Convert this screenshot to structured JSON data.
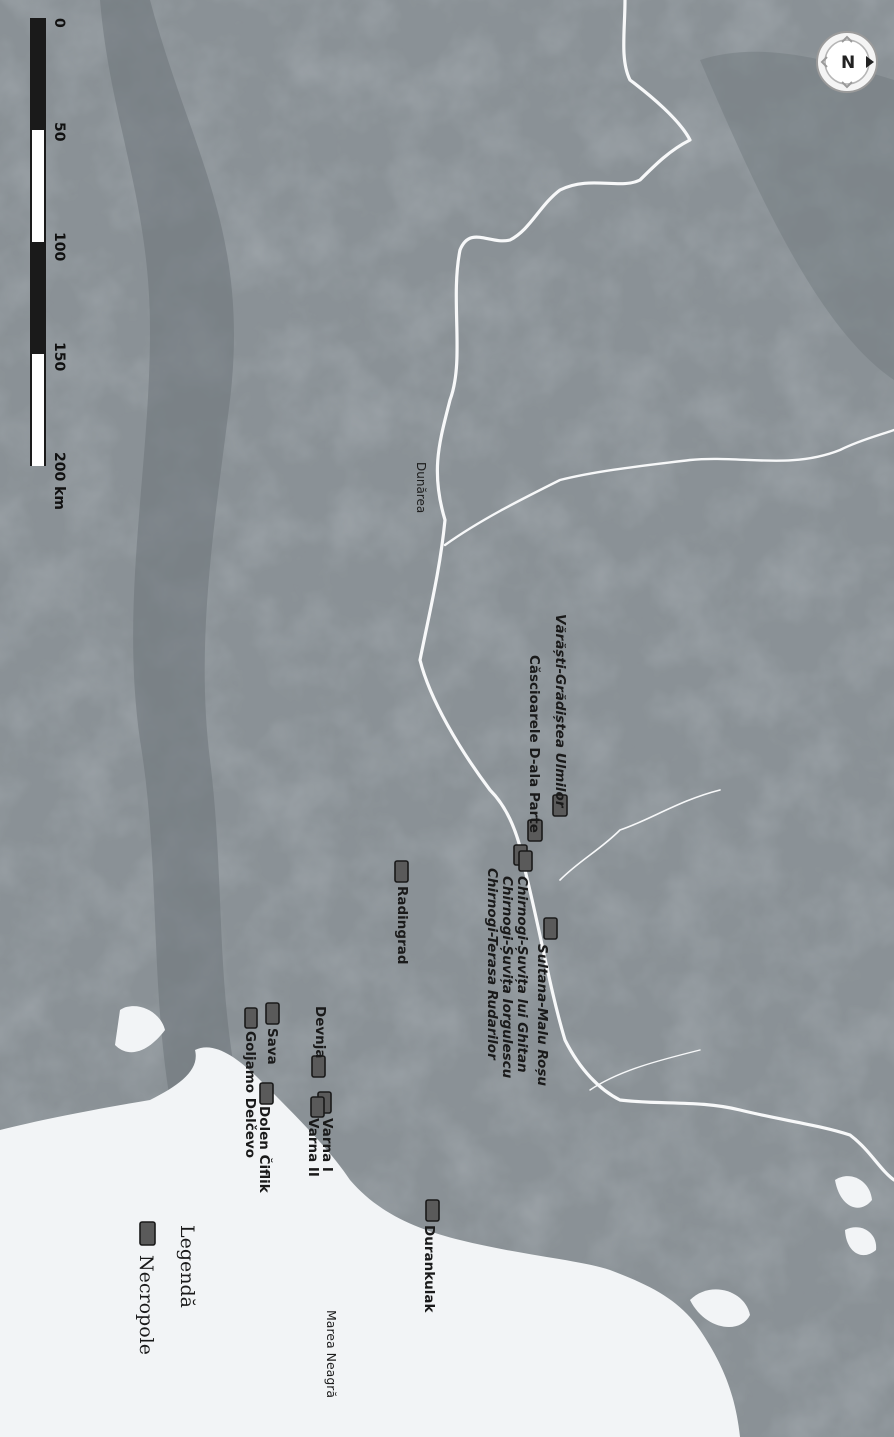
{
  "map": {
    "compass": {
      "icon": "compass-icon",
      "letter": "N"
    },
    "scale_bar": {
      "ticks": [
        "0",
        "50",
        "100",
        "150"
      ],
      "end_label": "200 km"
    },
    "labels": {
      "river": "Dunărea",
      "sea": "Marea Neagră"
    },
    "sites": [
      {
        "id": "varasti",
        "label": "Vărăști-Grădiștea Ulmilor",
        "italic": true
      },
      {
        "id": "cascioarele",
        "label": "Căscioarele D-ala Parte",
        "italic": false
      },
      {
        "id": "chirnogi1",
        "label": "Chirnogi-Șuvița lui Ghitan",
        "italic": true
      },
      {
        "id": "chirnogi2",
        "label": "Chirnogi-Șuvița Iorgulescu",
        "italic": true
      },
      {
        "id": "chirnogi3",
        "label": "Chirnogi-Terasa Rudarilor",
        "italic": true
      },
      {
        "id": "sultana",
        "label": "Sultana-Malu Roșu",
        "italic": true
      },
      {
        "id": "radingrad",
        "label": "Radingrad",
        "italic": false
      },
      {
        "id": "devnja",
        "label": "Devnja",
        "italic": false
      },
      {
        "id": "sava",
        "label": "Sava",
        "italic": false
      },
      {
        "id": "goljamo",
        "label": "Goljamo Delčevo",
        "italic": false
      },
      {
        "id": "dolen",
        "label": "Dolen Čiflik",
        "italic": false
      },
      {
        "id": "varna1",
        "label": "Varna I",
        "italic": false
      },
      {
        "id": "varna2",
        "label": "Varna II",
        "italic": false
      },
      {
        "id": "durankulak",
        "label": "Durankulak",
        "italic": false
      }
    ],
    "legend": {
      "title": "Legendă",
      "items": [
        {
          "label": "Necropole",
          "icon": "necropolis-marker"
        }
      ]
    },
    "colors": {
      "land": "#8a9196",
      "sea": "#f2f4f6",
      "river": "#f7f8f9",
      "marker": "#5a5a5a"
    }
  }
}
